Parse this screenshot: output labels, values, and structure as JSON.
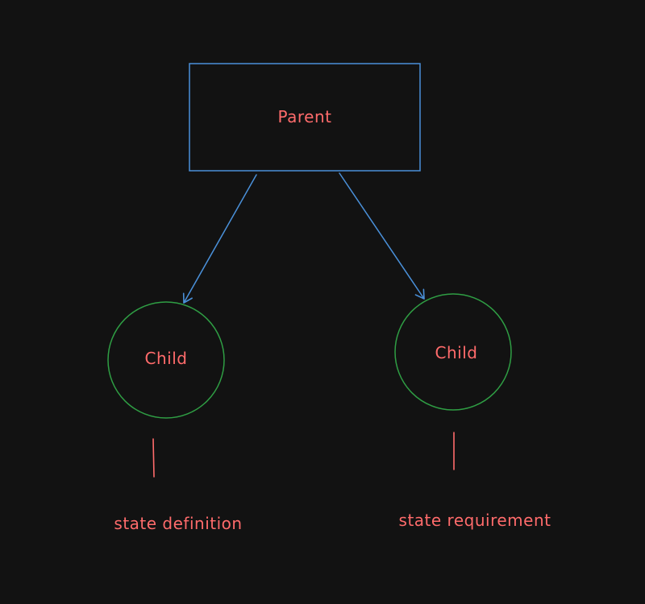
{
  "diagram": {
    "background": "#121212",
    "colors": {
      "box_stroke": "#4a90d9",
      "arrow": "#4a90d9",
      "circle_stroke": "#2f9e44",
      "text": "#ff6b6b",
      "connector": "#ff6b6b"
    },
    "parent": {
      "label": "Parent"
    },
    "children": [
      {
        "label": "Child"
      },
      {
        "label": "Child"
      }
    ],
    "annotations": [
      {
        "label": "state definition"
      },
      {
        "label": "state requirement"
      }
    ]
  }
}
